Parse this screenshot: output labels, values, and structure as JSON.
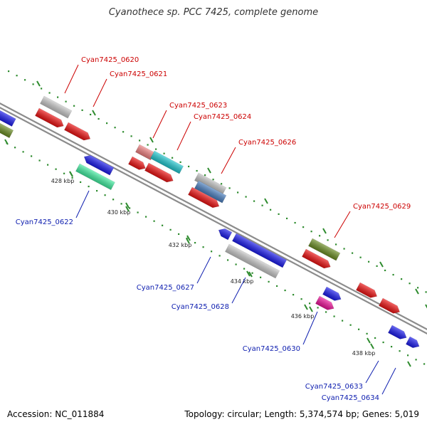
{
  "title": "Cyanothece sp. PCC 7425, complete genome",
  "accession": "Accession: NC_011884",
  "summary": "Topology: circular; Length: 5,374,574 bp; Genes: 5,019",
  "colors": {
    "backbone": "#8c8c8c",
    "tick": "#2e8b2e",
    "forward_label": "#cc0000",
    "reverse_label": "#1020b0"
  },
  "ticks": [
    {
      "label": "428 kbp"
    },
    {
      "label": "430 kbp"
    },
    {
      "label": "432 kbp"
    },
    {
      "label": "434 kbp"
    },
    {
      "label": "436 kbp"
    },
    {
      "label": "438 kbp"
    }
  ],
  "labels": [
    {
      "text": "Cyan7425_0620",
      "strand": "forward"
    },
    {
      "text": "Cyan7425_0621",
      "strand": "forward"
    },
    {
      "text": "Cyan7425_0623",
      "strand": "forward"
    },
    {
      "text": "Cyan7425_0624",
      "strand": "forward"
    },
    {
      "text": "Cyan7425_0626",
      "strand": "forward"
    },
    {
      "text": "Cyan7425_0629",
      "strand": "forward"
    },
    {
      "text": "Cyan7425_0622",
      "strand": "reverse"
    },
    {
      "text": "Cyan7425_0627",
      "strand": "reverse"
    },
    {
      "text": "Cyan7425_0628",
      "strand": "reverse"
    },
    {
      "text": "Cyan7425_0630",
      "strand": "reverse"
    },
    {
      "text": "Cyan7425_0633",
      "strand": "reverse"
    },
    {
      "text": "Cyan7425_0634",
      "strand": "reverse"
    }
  ]
}
